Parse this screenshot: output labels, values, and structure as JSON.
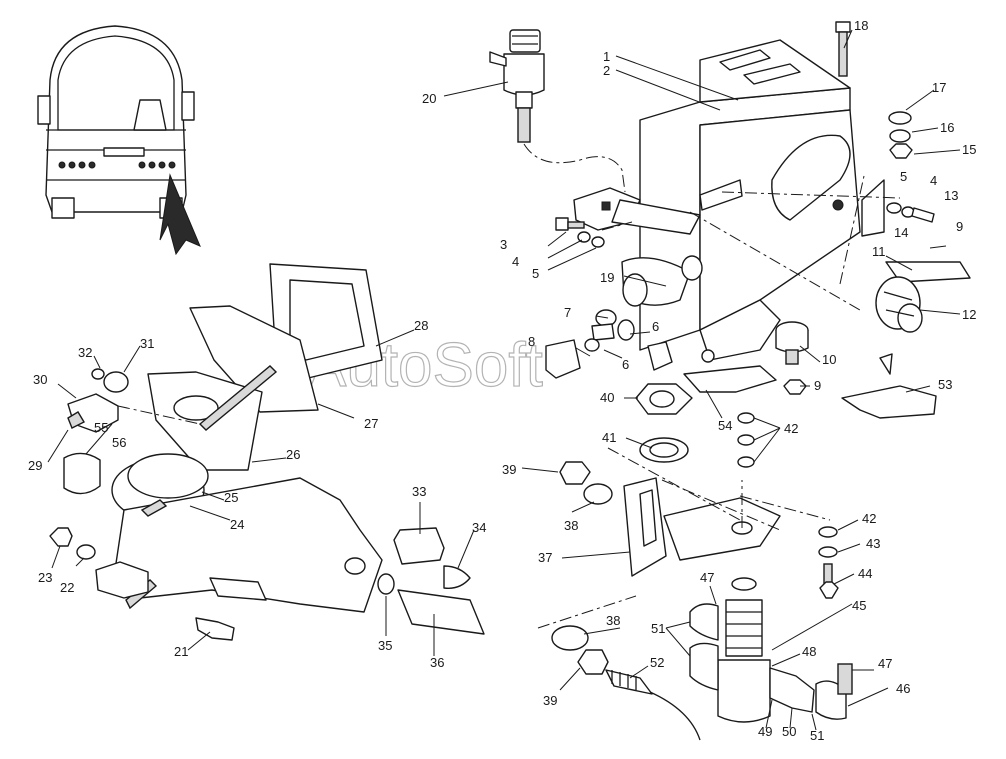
{
  "watermark": "AutoSoft",
  "callouts": [
    "1",
    "2",
    "3",
    "4",
    "5",
    "6",
    "6",
    "7",
    "8",
    "9",
    "9",
    "10",
    "11",
    "12",
    "13",
    "14",
    "15",
    "16",
    "17",
    "18",
    "19",
    "20",
    "21",
    "22",
    "23",
    "24",
    "25",
    "26",
    "27",
    "28",
    "29",
    "30",
    "31",
    "32",
    "33",
    "34",
    "35",
    "36",
    "37",
    "38",
    "38",
    "39",
    "39",
    "40",
    "41",
    "42",
    "42",
    "43",
    "44",
    "45",
    "46",
    "47",
    "47",
    "48",
    "49",
    "50",
    "51",
    "51",
    "52",
    "53",
    "54",
    "55",
    "56",
    "4",
    "5"
  ]
}
